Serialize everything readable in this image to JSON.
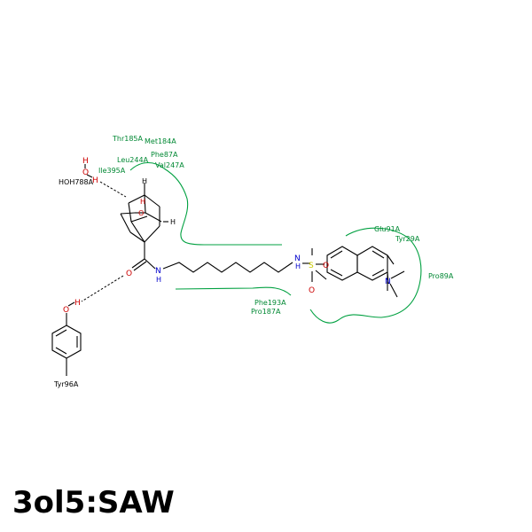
{
  "title": "3ol5:SAW",
  "residues": {
    "thr185a": "Thr185A",
    "met184a": "Met184A",
    "phe87a": "Phe87A",
    "leu244a": "Leu244A",
    "val247a": "Val247A",
    "ile395a": "Ile395A",
    "hoh788a": "HOH788A",
    "glu91a": "Glu91A",
    "tyr29a": "Tyr29A",
    "pro89a": "Pro89A",
    "phe193a": "Phe193A",
    "pro187a": "Pro187A",
    "tyr96a": "Tyr96A"
  },
  "atoms": {
    "h": "H",
    "o": "O",
    "n": "N",
    "s": "S"
  },
  "colors": {
    "contact_green": "#008833",
    "oxygen": "#cc0000",
    "nitrogen": "#0000cc",
    "sulfur": "#cccc00"
  }
}
